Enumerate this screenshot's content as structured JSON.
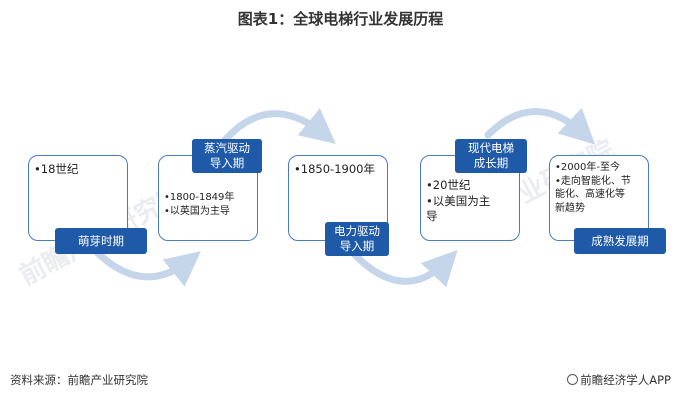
{
  "title": "图表1：全球电梯行业发展历程",
  "stages": [
    {
      "tag": "萌芽时期",
      "lines": [
        "•18世纪"
      ]
    },
    {
      "tag": "蒸汽驱动\n导入期",
      "lines": [
        "•1800-1849年",
        "•以英国为主导"
      ]
    },
    {
      "tag": "电力驱动\n导入期",
      "lines": [
        "•1850-1900年"
      ]
    },
    {
      "tag": "现代电梯\n成长期",
      "lines": [
        "•20世纪",
        "•以美国为主",
        "导"
      ]
    },
    {
      "tag": "成熟发展期",
      "lines": [
        "•2000年-至今",
        "•走向智能化、节",
        "能化、高速化等",
        "新趋势"
      ]
    }
  ],
  "watermark": {
    "brand": "前瞻产业研究院"
  },
  "footer": {
    "source": "资料来源：前瞻产业研究院",
    "credit": "前瞻经济学人APP",
    "credit_icon": "qianzhan-logo-icon"
  },
  "colors": {
    "border": "#4a7bbf",
    "tag_bg": "#1f5aa8",
    "arrow": "#c5d5ea"
  }
}
